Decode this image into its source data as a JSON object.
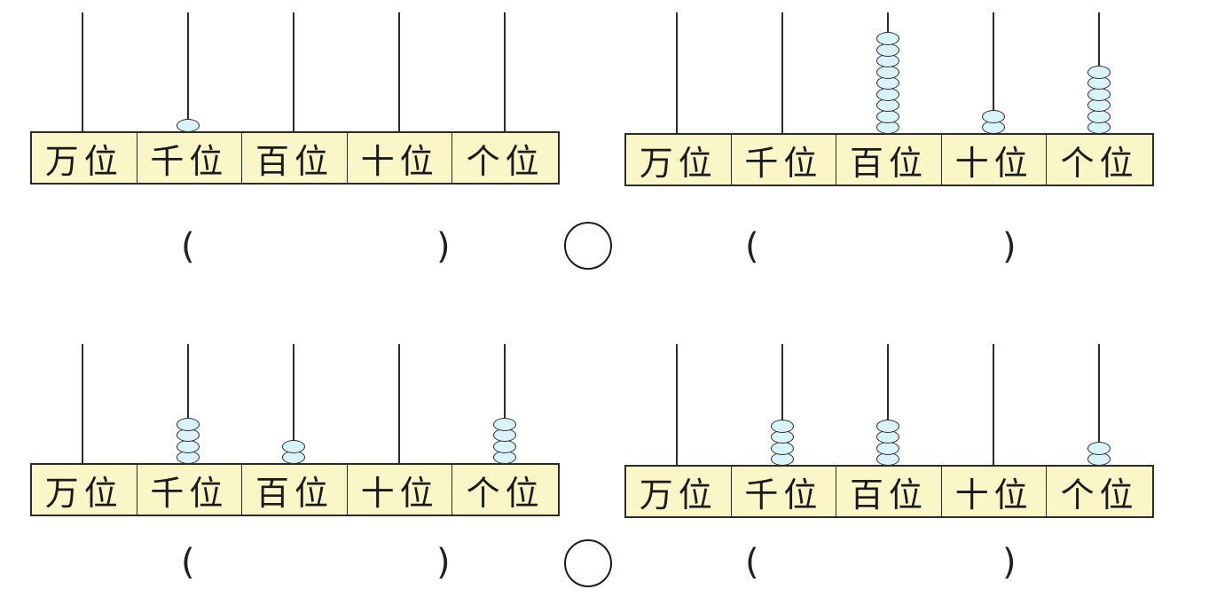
{
  "place_labels": [
    "万位",
    "千位",
    "百位",
    "十位",
    "个位"
  ],
  "counters": [
    {
      "id": "top-left",
      "beads": [
        0,
        1,
        0,
        0,
        0
      ],
      "answer": ""
    },
    {
      "id": "top-right",
      "beads": [
        0,
        0,
        9,
        2,
        6
      ],
      "answer": ""
    },
    {
      "id": "bottom-left",
      "beads": [
        0,
        4,
        2,
        0,
        4
      ],
      "answer": ""
    },
    {
      "id": "bottom-right",
      "beads": [
        0,
        4,
        4,
        0,
        2
      ],
      "answer": ""
    }
  ],
  "paren_open": "(",
  "paren_close": ")",
  "colors": {
    "bead": "#d8f4fa",
    "label_bg": "#fbf6c8",
    "line": "#2b2b2b"
  }
}
